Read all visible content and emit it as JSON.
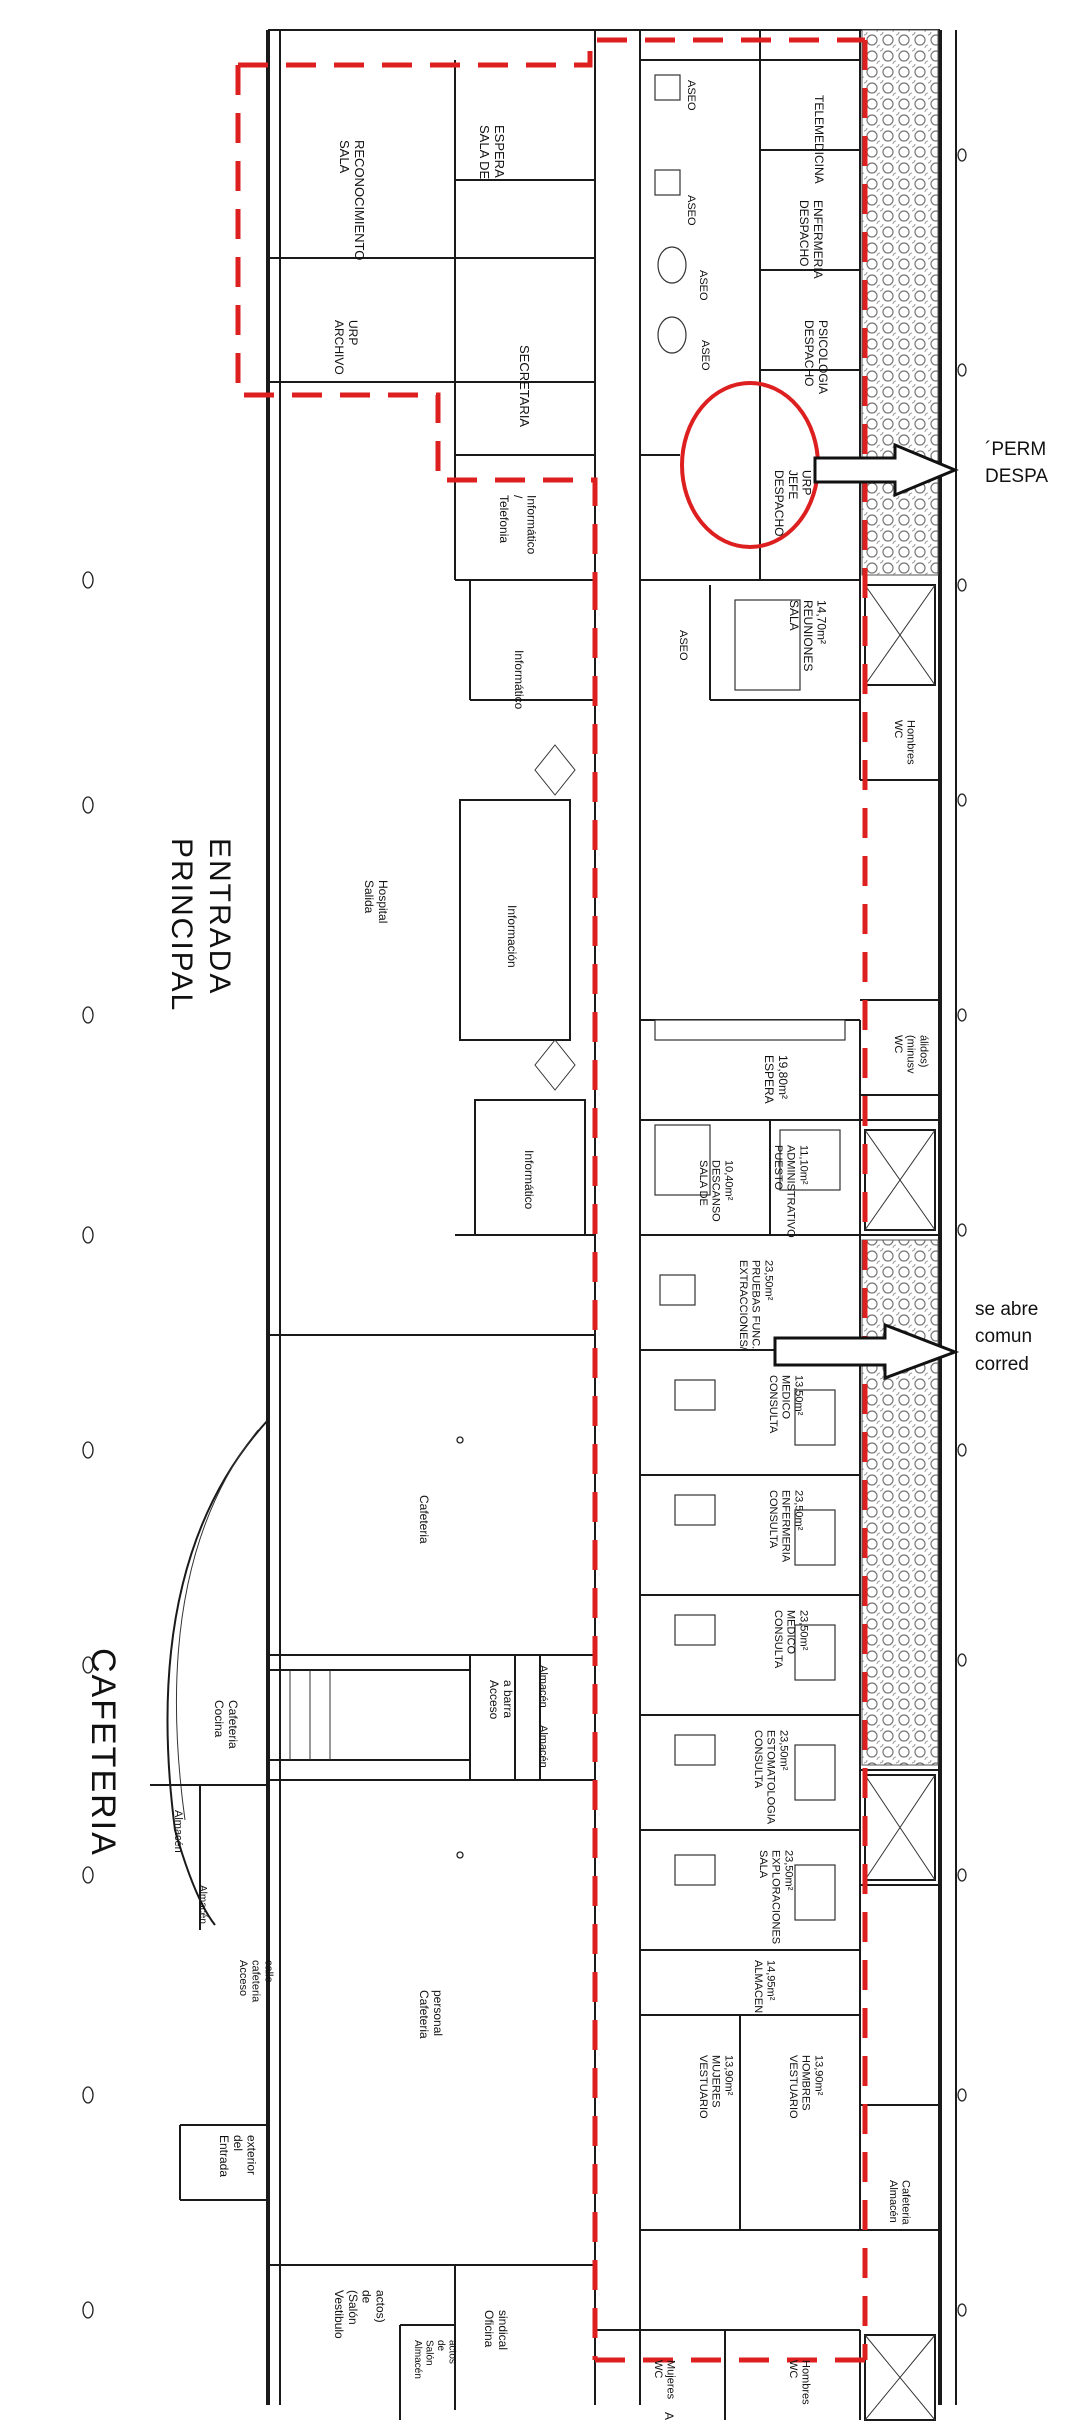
{
  "colors": {
    "boundary": "#dd1f1f",
    "wall": "#1a1a1a",
    "hatch": "#777777"
  },
  "annotations": {
    "big_left_1": "ENTRADA",
    "big_left_2": "PRINCIPAL",
    "big_left_cafe": "CAFETERIA",
    "note_top_1": "´PERM",
    "note_top_2": "DESPA",
    "note_mid_1": "se abre",
    "note_mid_2": "comun",
    "note_mid_3": "corred"
  },
  "rooms": {
    "sala_reconocimiento": [
      "SALA",
      "RECONOCIMIENTO"
    ],
    "sala_espera": [
      "SALA DE",
      "ESPERA"
    ],
    "archivo_urp": [
      "ARCHIVO",
      "URP"
    ],
    "secretaria": [
      "SECRETARIA"
    ],
    "aseo_1": "ASEO",
    "aseo_2": "ASEO",
    "aseo_3": "ASEO",
    "aseo_4": "ASEO",
    "aseo_5": "ASEO",
    "telemedicina": [
      "TELEMEDICINA"
    ],
    "despacho_enfermeria": [
      "DESPACHO",
      "ENFERMERIA"
    ],
    "despacho_psicologia": [
      "DESPACHO",
      "PSICOLOGIA"
    ],
    "despacho_jefe_urp": [
      "DESPACHO",
      "JEFE",
      "URP"
    ],
    "telefonia": [
      "Telefonia",
      "/",
      "Informático"
    ],
    "informatico_1": [
      "Informático"
    ],
    "sala_reuniones": [
      "SALA",
      "REUNIONES",
      "14,70m²"
    ],
    "wc_hombres_1": [
      "WC",
      "Hombres"
    ],
    "salida_hospital": [
      "Salida",
      "Hospital"
    ],
    "informacion": [
      "Información"
    ],
    "espera": [
      "ESPERA",
      "19,80m²"
    ],
    "wc_minusv": [
      "WC",
      "(minusv",
      "álidos)"
    ],
    "informatico_2": [
      "Informático"
    ],
    "sala_descanso": [
      "SALA DE",
      "DESCANSO",
      "10,40m²"
    ],
    "puesto_administrativo": [
      "PUESTO",
      "ADMINISTRATIVO",
      "11,10m²"
    ],
    "extracciones": [
      "EXTRACCIONES/",
      "PRUEBAS FUNC.",
      "23,50m²"
    ],
    "consulta_medico_1": [
      "CONSULTA",
      "MEDICO",
      "13,50m²"
    ],
    "consulta_enfermeria": [
      "CONSULTA",
      "ENFERMERIA",
      "23,50m²"
    ],
    "consulta_medico_2": [
      "CONSULTA",
      "MEDICO",
      "23,50m²"
    ],
    "estomatologia": [
      "CONSULTA",
      "ESTOMATOLOGIA",
      "23,50m²"
    ],
    "sala_exploraciones": [
      "SALA",
      "EXPLORACIONES",
      "23,50m²"
    ],
    "almacen_1": [
      "ALMACEN",
      "14,95m²"
    ],
    "vestuario_mujeres": [
      "VESTUARIO",
      "MUJERES",
      "13,90m²"
    ],
    "vestuario_hombres": [
      "VESTUARIO",
      "HOMBRES",
      "13,90m²"
    ],
    "cafeteria": [
      "Cafeteria"
    ],
    "almacen_a": [
      "Almacén"
    ],
    "almacen_b": [
      "Almacén"
    ],
    "acceso_a_barra": [
      "Acceso",
      "a barra"
    ],
    "cocina_cafeteria": [
      "Cocina",
      "Cafeteria"
    ],
    "almacen_c": [
      "Almacén"
    ],
    "almacen_d": [
      "Almacén"
    ],
    "cafeteria_personal": [
      "Cafeteria",
      "personal"
    ],
    "acceso_cafeteria_calle": [
      "Acceso",
      "cafeteria",
      "calle"
    ],
    "almacen_cafeteria": [
      "Almacén",
      "Cafeteria"
    ],
    "entrada_exterior": [
      "Entrada",
      "del",
      "exterior"
    ],
    "vestibulo": [
      "Vestibulo",
      "(Salón",
      "de",
      "actos)"
    ],
    "oficina_sindical": [
      "Oficina",
      "sindical"
    ],
    "almacen_salon": [
      "Almacén",
      "Salón",
      "de",
      "actos"
    ],
    "wc_mujeres": [
      "WC",
      "Mujeres"
    ],
    "wc_hombres_2": [
      "WC",
      "Hombres"
    ],
    "bottom_cut": [
      "A"
    ]
  }
}
